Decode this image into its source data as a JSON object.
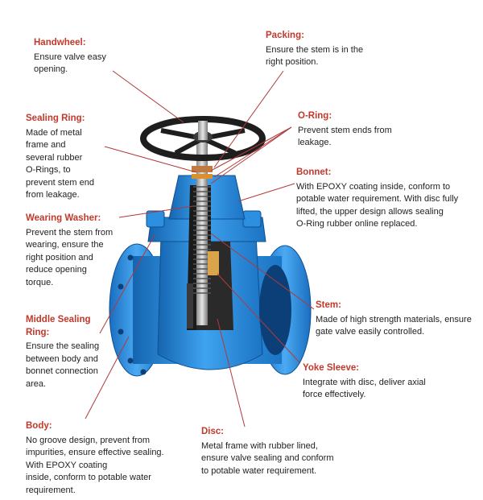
{
  "colors": {
    "title_red": "#c0392b",
    "leader_red": "#b03a3a",
    "valve_blue": "#2d8fe0",
    "valve_blue_dark": "#1565b0",
    "handwheel_black": "#1e1e1e"
  },
  "labels": {
    "handwheel": {
      "title": "Handwheel:",
      "desc": "Ensure valve easy\nopening."
    },
    "packing": {
      "title": "Packing:",
      "desc": "Ensure the stem is in the\nright position."
    },
    "sealing_ring": {
      "title": "Sealing Ring:",
      "desc": "Made of metal\nframe and\nseveral rubber\nO-Rings, to\nprevent stem end\nfrom leakage."
    },
    "o_ring": {
      "title": "O-Ring:",
      "desc": "Prevent stem ends from\nleakage."
    },
    "bonnet": {
      "title": "Bonnet:",
      "desc": "With EPOXY coating inside, conform to\npotable water requirement. With disc fully\nlifted, the upper design allows sealing\nO-Ring rubber online replaced."
    },
    "wearing_washer": {
      "title": "Wearing Washer:",
      "desc": "Prevent the stem from\nwearing, ensure the\nright position and\nreduce opening\ntorque."
    },
    "middle_sealing_ring": {
      "title": "Middle Sealing\nRing:",
      "desc": "Ensure the sealing\nbetween body and\nbonnet connection\narea."
    },
    "stem": {
      "title": "Stem:",
      "desc": "Made of high strength materials, ensure\ngate valve easily controlled."
    },
    "yoke_sleeve": {
      "title": "Yoke Sleeve:",
      "desc": "Integrate with disc, deliver axial\nforce effectively."
    },
    "body": {
      "title": "Body:",
      "desc": "No groove design, prevent from\nimpurities, ensure effective sealing.\nWith EPOXY coating\ninside, conform to potable water\nrequirement."
    },
    "disc": {
      "title": "Disc:",
      "desc": "Metal frame with rubber lined,\nensure valve sealing and conform\nto potable water requirement."
    }
  }
}
